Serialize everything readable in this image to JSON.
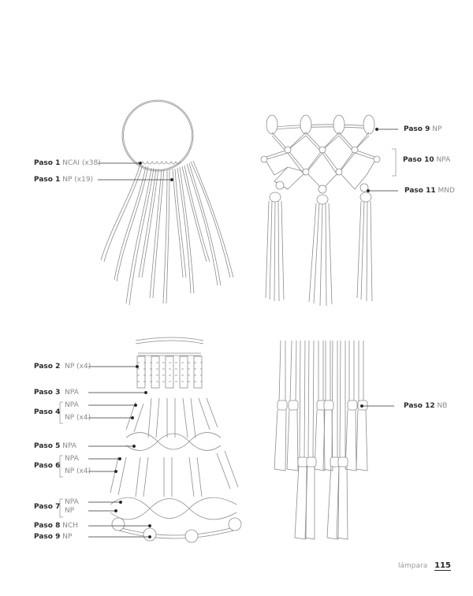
{
  "figures": {
    "ring": {
      "labels": [
        {
          "step": "Paso 1",
          "code": "NCAI (x38)"
        },
        {
          "step": "Paso 1",
          "code": "NP (x19)"
        }
      ]
    },
    "net_top": {
      "labels": [
        {
          "step": "Paso 9",
          "code": "NP"
        },
        {
          "step": "Paso 10",
          "code": "NPA"
        },
        {
          "step": "Paso 11",
          "code": "MND"
        }
      ]
    },
    "lampshade": {
      "labels": [
        {
          "step": "Paso 2",
          "code": "NP (x4)"
        },
        {
          "step": "Paso 3",
          "code": "NPA"
        },
        {
          "step": "Paso 4",
          "subs": [
            "NPA",
            "NP (x4)"
          ]
        },
        {
          "step": "Paso 5",
          "code": "NPA"
        },
        {
          "step": "Paso 6",
          "subs": [
            "NPA",
            "NP (x4)"
          ]
        },
        {
          "step": "Paso 7",
          "subs": [
            "NPA",
            "NP"
          ]
        },
        {
          "step": "Paso 8",
          "code": "NCH"
        },
        {
          "step": "Paso 9",
          "code": "NP"
        }
      ]
    },
    "tassels": {
      "labels": [
        {
          "step": "Paso 12",
          "code": "NB"
        }
      ]
    }
  },
  "footer": {
    "section": "lámpara",
    "page_number": "115"
  }
}
